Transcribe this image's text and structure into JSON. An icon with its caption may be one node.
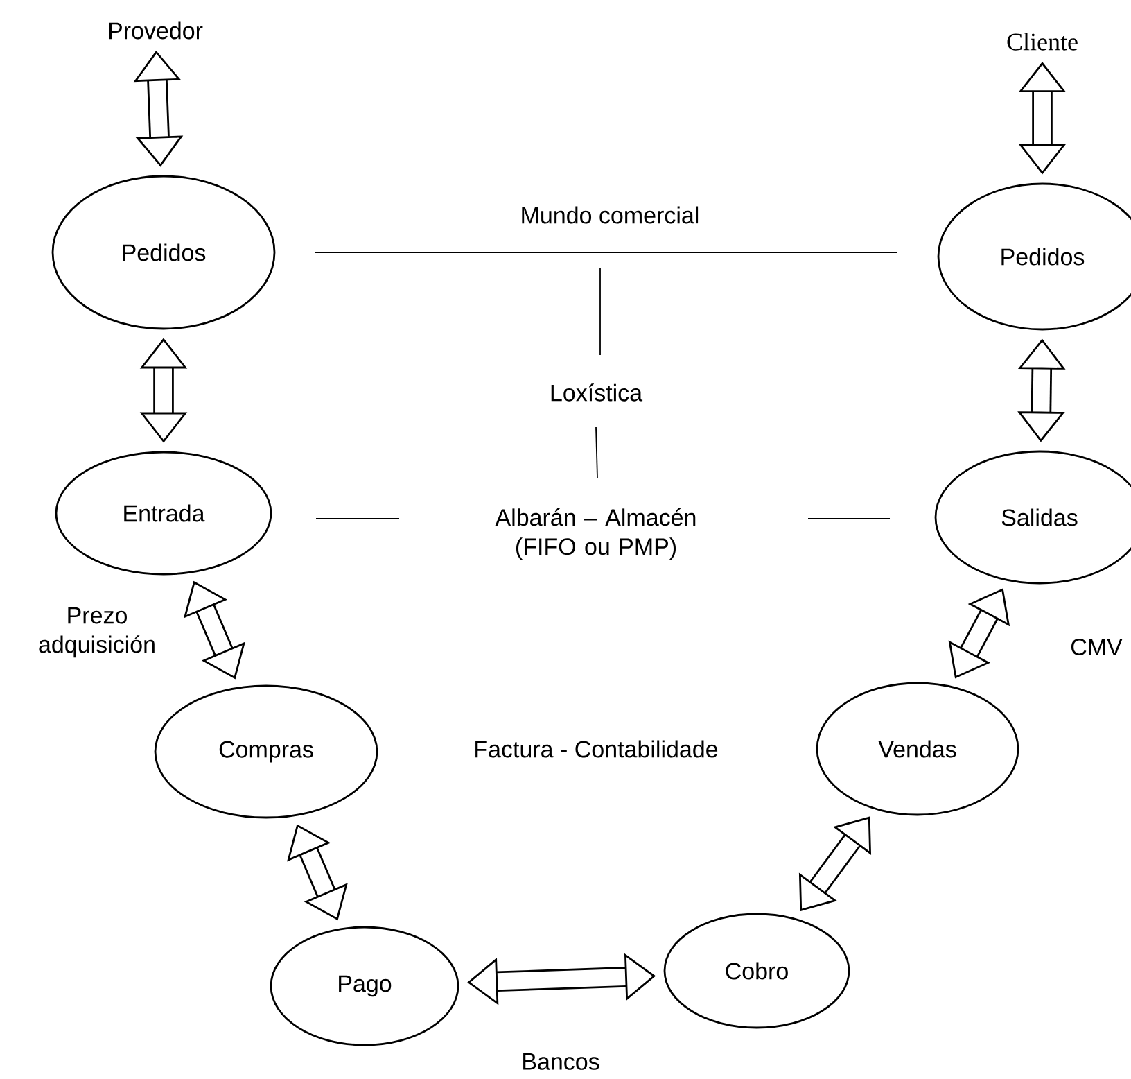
{
  "diagram": {
    "nodes": [
      {
        "text": [
          "Provedor"
        ]
      },
      {
        "text": [
          "Cliente"
        ]
      },
      {
        "text": [
          "Pedidos"
        ]
      },
      {
        "text": [
          "Pedidos"
        ]
      },
      {
        "text": [
          "Entrada"
        ]
      },
      {
        "text": [
          "Salidas"
        ]
      },
      {
        "text": [
          "Compras"
        ]
      },
      {
        "text": [
          "Vendas"
        ]
      },
      {
        "text": [
          "Pago"
        ]
      },
      {
        "text": [
          "Cobro"
        ]
      }
    ],
    "edges": [
      {
        "from": 0,
        "to": 2,
        "arrow": "both"
      },
      {
        "from": 1,
        "to": 3,
        "arrow": "both"
      },
      {
        "from": 2,
        "to": 4,
        "arrow": "both"
      },
      {
        "from": 3,
        "to": 5,
        "arrow": "both"
      },
      {
        "from": 4,
        "to": 6,
        "arrow": "both",
        "label": "Prezo adquisición"
      },
      {
        "from": 5,
        "to": 7,
        "arrow": "both",
        "label": "CMV"
      },
      {
        "from": 6,
        "to": 8,
        "arrow": "both"
      },
      {
        "from": 7,
        "to": 9,
        "arrow": "both"
      },
      {
        "from": 8,
        "to": 9,
        "arrow": "both",
        "label": "Bancos"
      }
    ],
    "labels": [
      "Mundo comercial",
      "Loxística",
      "Albarán – Almacén (FIFO ou PMP)",
      "Factura - Contabilidade"
    ]
  }
}
